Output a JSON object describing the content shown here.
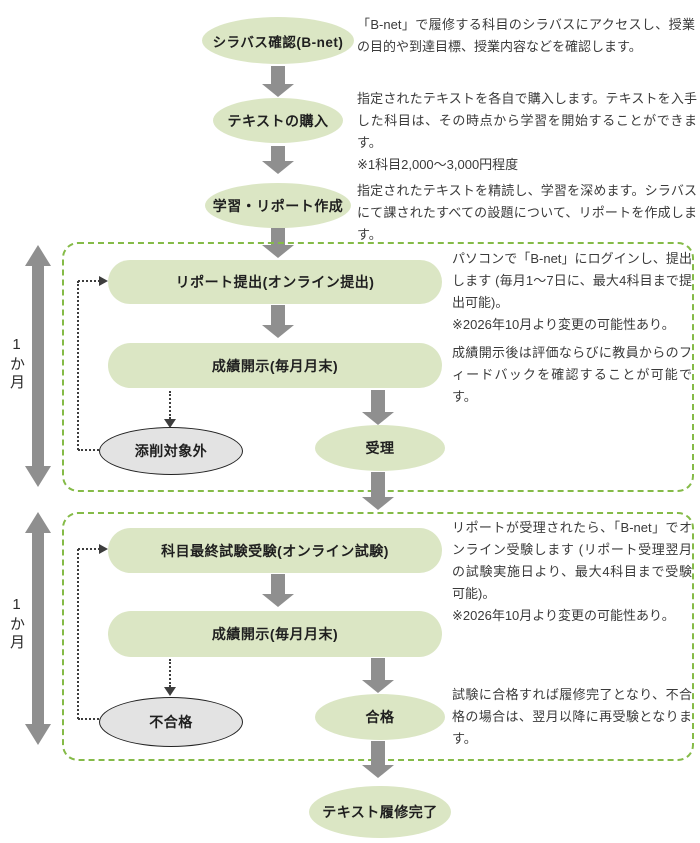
{
  "colors": {
    "node_green": "#dbe6c4",
    "node_gray": "#e3e3e3",
    "arrow_gray": "#8f8f8f",
    "dashed_green": "#85bb48",
    "dotted_dark": "#3d3d3d",
    "label_text": "#1f1f1f",
    "desc_text": "#3a3a3a"
  },
  "month_label": "1か月",
  "steps": {
    "syllabus": {
      "label": "シラバス確認(B-net)",
      "desc": "「B-net」で履修する科目のシラバスにアクセスし、授業の目的や到達目標、授業内容などを確認します。"
    },
    "textbook": {
      "label": "テキストの購入",
      "desc": "指定されたテキストを各自で購入します。テキストを入手した科目は、その時点から学習を開始することができます。\n※1科目2,000〜3,000円程度"
    },
    "study": {
      "label": "学習・リポート作成",
      "desc": "指定されたテキストを精読し、学習を深めます。シラバスにて課されたすべての設題について、リポートを作成します。"
    }
  },
  "report_phase": {
    "submit": {
      "label": "リポート提出(オンライン提出)",
      "desc": "パソコンで「B-net」にログインし、提出します (毎月1〜7日に、最大4科目まで提出可能)。\n※2026年10月より変更の可能性あり。"
    },
    "grade": {
      "label": "成績開示(毎月月末)",
      "desc": "成績開示後は評価ならびに教員からのフィードバックを確認することが可能です。"
    },
    "excluded_label": "添削対象外",
    "accepted_label": "受理"
  },
  "exam_phase": {
    "exam": {
      "label": "科目最終試験受験(オンライン試験)",
      "desc": "リポートが受理されたら、「B-net」でオンライン受験します (リポート受理翌月の試験実施日より、最大4科目まで受験可能)。\n※2026年10月より変更の可能性あり。"
    },
    "grade": {
      "label": "成績開示(毎月月末)"
    },
    "fail_label": "不合格",
    "pass_label": "合格",
    "result_desc": "試験に合格すれば履修完了となり、不合格の場合は、翌月以降に再受験となります。"
  },
  "final_label": "テキスト履修完了"
}
